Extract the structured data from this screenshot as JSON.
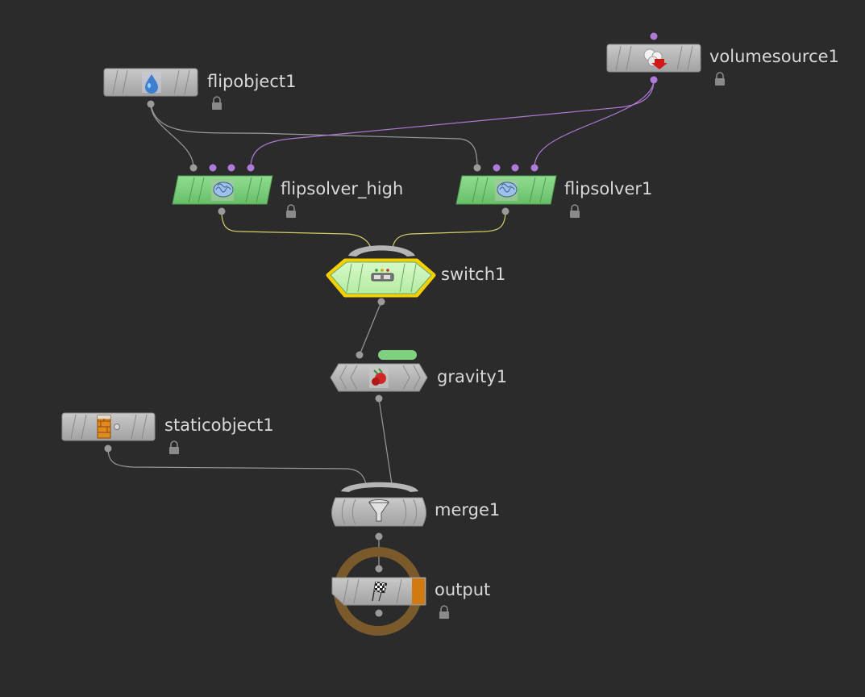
{
  "colors": {
    "background": "#2b2b2b",
    "node_gray": "#b5b5b5",
    "node_green": "#7fd07f",
    "node_lightgreen": "#c8f5b8",
    "selected_outline": "#f5d000",
    "wire_gray": "#9a9a9a",
    "wire_purple": "#b07ad8",
    "wire_yellow": "#d8cf6a",
    "port_purple": "#b07ad8",
    "port_gray": "#9a9a9a",
    "output_ring": "#7a5a2a",
    "output_flag": "#d07a10"
  },
  "nodes": {
    "flipobject": {
      "label": "flipobject1",
      "icon": "water-drop-icon",
      "locked": true
    },
    "volumesource": {
      "label": "volumesource1",
      "icon": "volume-source-icon",
      "locked": true
    },
    "flipsolver_high": {
      "label": "flipsolver_high",
      "icon": "flip-solver-icon",
      "locked": true
    },
    "flipsolver": {
      "label": "flipsolver1",
      "icon": "flip-solver-icon",
      "locked": true
    },
    "switch": {
      "label": "switch1",
      "icon": "switch-icon",
      "selected": true
    },
    "gravity": {
      "label": "gravity1",
      "icon": "apple-icon"
    },
    "staticobject": {
      "label": "staticobject1",
      "icon": "brick-wall-icon",
      "locked": true
    },
    "merge": {
      "label": "merge1",
      "icon": "funnel-icon"
    },
    "output": {
      "label": "output",
      "icon": "checkered-flag-icon",
      "locked": true
    }
  }
}
